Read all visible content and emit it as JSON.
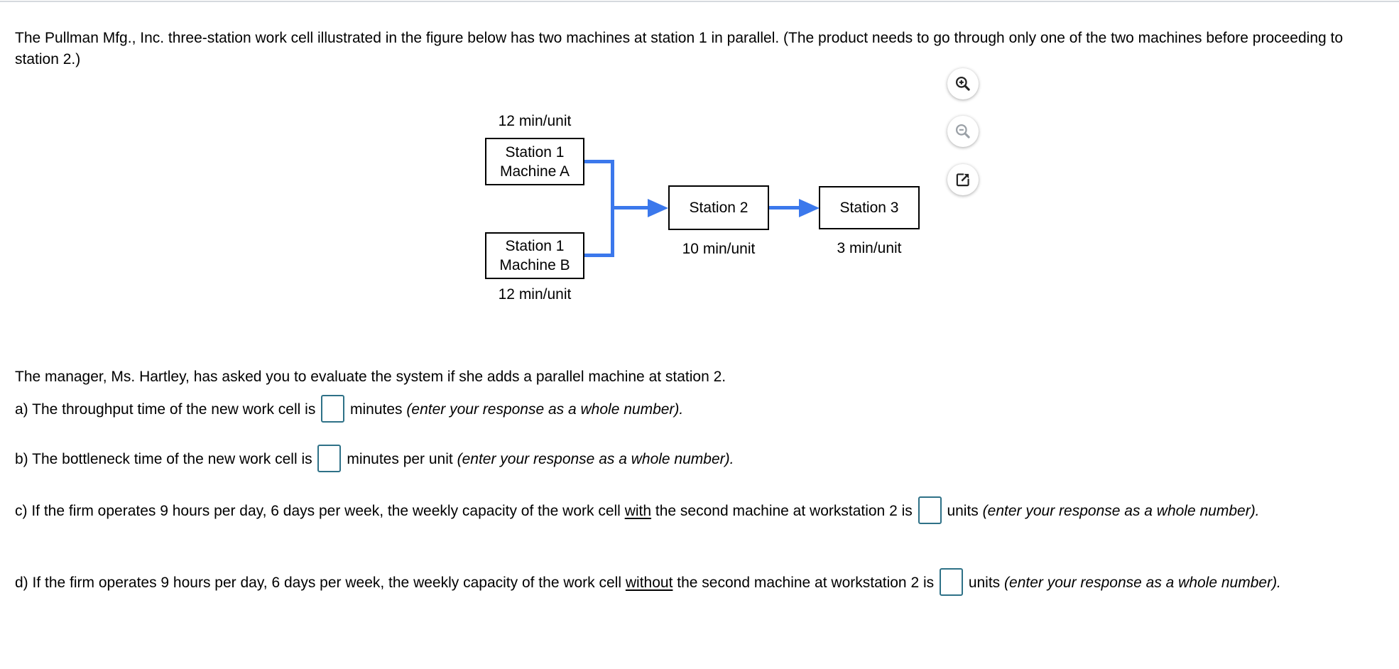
{
  "intro": {
    "text": "The Pullman Mfg., Inc. three-station work cell illustrated in the figure below has two machines at station 1 in parallel. (The product needs to go through only one of the two machines before proceeding to station 2.)"
  },
  "manager": {
    "text": "The manager, Ms. Hartley, has asked you to evaluate the system if she adds a parallel machine at station 2."
  },
  "figure": {
    "station1a_rate": "12 min/unit",
    "station1a_line1": "Station 1",
    "station1a_line2": "Machine A",
    "station1b_line1": "Station 1",
    "station1b_line2": "Machine B",
    "station1b_rate": "12 min/unit",
    "station2_label": "Station 2",
    "station2_rate": "10 min/unit",
    "station3_label": "Station 3",
    "station3_rate": "3 min/unit"
  },
  "controls": {
    "zoom_in_icon": "magnifier-plus",
    "zoom_out_icon": "magnifier-minus",
    "external_icon": "open-in-new-window"
  },
  "colors": {
    "arrow_blue": "#3b78ec",
    "answer_box_border": "#2e7187",
    "top_divider": "#d5d9de",
    "disabled_icon_gray": "#9aa0a6",
    "icon_dark": "#222222"
  },
  "questions": {
    "a": {
      "lead": "a) The throughput time of the new work cell is",
      "unit": "minutes",
      "note": "(enter your response as a whole number).",
      "value": ""
    },
    "b": {
      "lead": "b) The bottleneck time of the new work cell is",
      "unit": "minutes per unit",
      "note": "(enter your response as a whole number).",
      "value": ""
    },
    "c": {
      "lead1": "c) If the firm operates 9 hours per day, 6 days per week, the weekly capacity of the work cell",
      "underlined": "with",
      "lead2": "the second machine at workstation 2 is",
      "unit": "units",
      "note": "(enter your response as a whole number).",
      "value": ""
    },
    "d": {
      "lead1": "d) If the firm operates 9 hours per day, 6 days per week, the weekly capacity of the work cell",
      "underlined": "without",
      "lead2": "the second machine at workstation 2 is",
      "unit": "units",
      "note": "(enter your response as a whole number).",
      "value": ""
    }
  }
}
